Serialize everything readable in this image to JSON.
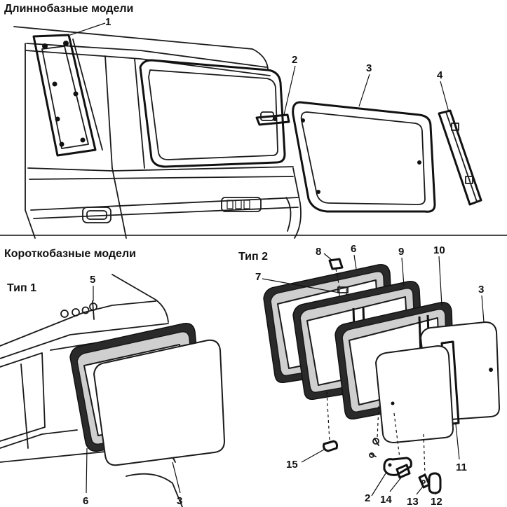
{
  "headings": {
    "long_base": "Длиннобазные модели",
    "short_base": "Короткобазные модели",
    "type1": "Тип 1",
    "type2": "Тип 2"
  },
  "callouts": {
    "c1": "1",
    "c2_top": "2",
    "c3_top": "3",
    "c4": "4",
    "c5": "5",
    "c6_type1": "6",
    "c3_type1": "3",
    "c8": "8",
    "c6_type2": "6",
    "c9": "9",
    "c10": "10",
    "c3_type2": "3",
    "c7": "7",
    "c15": "15",
    "c2_bottom": "2",
    "c14": "14",
    "c13": "13",
    "c12": "12",
    "c11": "11"
  },
  "colors": {
    "ink": "#1a1a1a",
    "paper": "#ffffff",
    "gasket": "#2a2a2a"
  }
}
